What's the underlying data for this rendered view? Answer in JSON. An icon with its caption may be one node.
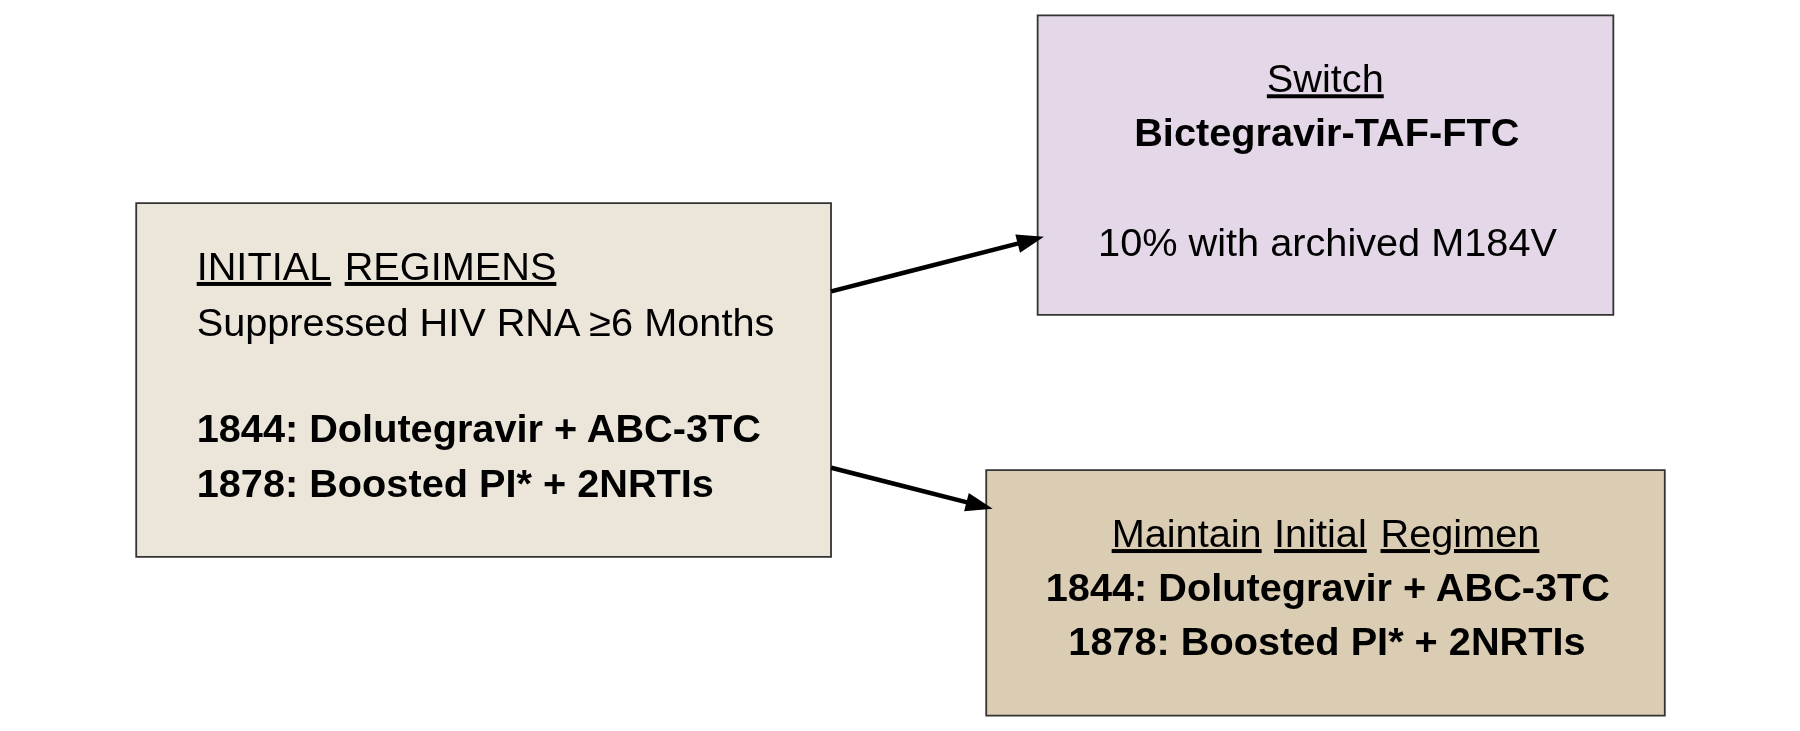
{
  "diagram": {
    "nodes": [
      {
        "text": [
          "INITIAL REGIMENS",
          "Suppressed HIV RNA ≥6 Months",
          "1844: Dolutegravir + ABC-3TC",
          "1878: Boosted PI* + 2NRTIs"
        ]
      },
      {
        "text": [
          "Switch",
          "Bictegravir-TAF-FTC",
          "10% with archived M184V"
        ]
      },
      {
        "text": [
          "Maintain Initial Regimen",
          "1844: Dolutegravir + ABC-3TC",
          "1878: Boosted PI* + 2NRTIs"
        ]
      }
    ],
    "edges": [
      {
        "from": 0,
        "to": 1,
        "arrow": "to"
      },
      {
        "from": 0,
        "to": 2,
        "arrow": "to"
      }
    ]
  }
}
